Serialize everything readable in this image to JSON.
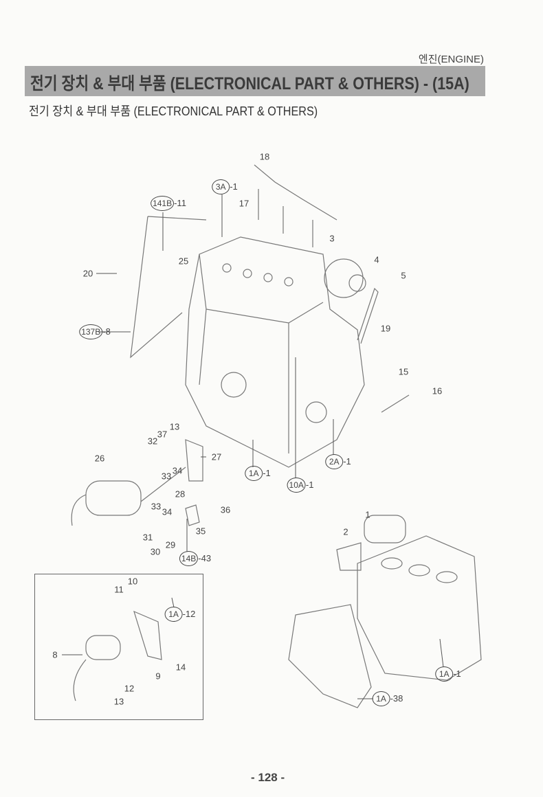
{
  "header": {
    "section": "엔진(ENGINE)",
    "banner_title": "전기 장치 & 부대 부품  (ELECTRONICAL PART & OTHERS) - (15A)",
    "subtitle": "전기 장치 & 부대 부품 (ELECTRONICAL PART & OTHERS)"
  },
  "callouts": [
    {
      "text": "18"
    },
    {
      "ref": "3A",
      "suffix": "-1"
    },
    {
      "ref": "141B",
      "suffix": "-11"
    },
    {
      "text": "17"
    },
    {
      "text": "3"
    },
    {
      "text": "25"
    },
    {
      "text": "20"
    },
    {
      "text": "4"
    },
    {
      "text": "5"
    },
    {
      "text": "19"
    },
    {
      "ref": "137B",
      "suffix": "-8"
    },
    {
      "text": "15"
    },
    {
      "text": "16"
    },
    {
      "text": "13"
    },
    {
      "text": "37"
    },
    {
      "text": "32"
    },
    {
      "text": "26"
    },
    {
      "text": "27"
    },
    {
      "text": "34"
    },
    {
      "text": "33"
    },
    {
      "ref": "1A",
      "suffix": "-1"
    },
    {
      "ref": "2A",
      "suffix": "-1"
    },
    {
      "ref": "10A",
      "suffix": "-1"
    },
    {
      "text": "28"
    },
    {
      "text": "33"
    },
    {
      "text": "34"
    },
    {
      "text": "36"
    },
    {
      "text": "35"
    },
    {
      "text": "31"
    },
    {
      "text": "29"
    },
    {
      "text": "30"
    },
    {
      "ref": "14B",
      "suffix": "-43"
    },
    {
      "text": "1"
    },
    {
      "text": "2"
    },
    {
      "text": "10"
    },
    {
      "text": "11"
    },
    {
      "ref": "1A",
      "suffix": "-12"
    },
    {
      "text": "8"
    },
    {
      "text": "9"
    },
    {
      "text": "14"
    },
    {
      "text": "12"
    },
    {
      "text": "13"
    },
    {
      "ref": "1A",
      "suffix": "-1"
    },
    {
      "ref": "1A",
      "suffix": "-38"
    }
  ],
  "footer": {
    "page_number": "- 128 -"
  }
}
